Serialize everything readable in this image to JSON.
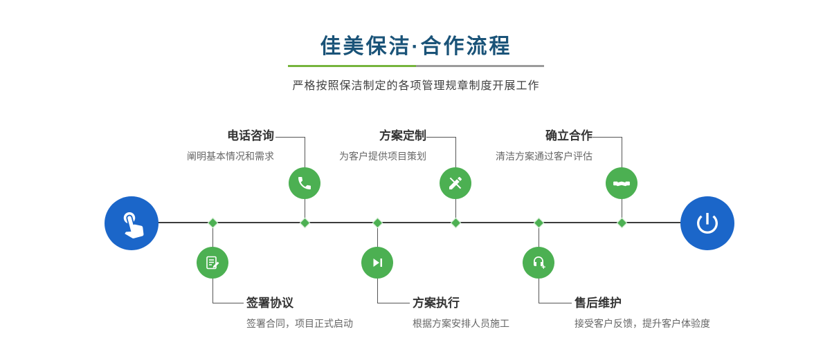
{
  "header": {
    "title": "佳美保洁·合作流程",
    "subtitle": "严格按照保洁制定的各项管理规章制度开展工作"
  },
  "flow": {
    "start_icon": "pointing-hand-icon",
    "end_icon": "power-icon",
    "steps_top": [
      {
        "label": "电话咨询",
        "desc": "阐明基本情况和需求",
        "icon": "phone-icon"
      },
      {
        "label": "方案定制",
        "desc": "为客户提供项目策划",
        "icon": "pencil-ruler-icon"
      },
      {
        "label": "确立合作",
        "desc": "清洁方案通过客户评估",
        "icon": "handshake-icon"
      }
    ],
    "steps_bottom": [
      {
        "label": "签署协议",
        "desc": "签署合同，项目正式启动",
        "icon": "contract-icon"
      },
      {
        "label": "方案执行",
        "desc": "根据方案安排人员施工",
        "icon": "play-icon"
      },
      {
        "label": "售后维护",
        "desc": "接受客户反馈，提升客户体验度",
        "icon": "headset-icon"
      }
    ],
    "colors": {
      "node_green": "#4cb052",
      "node_blue": "#1b66c9",
      "title_blue": "#1a5378",
      "divider_green": "#76b43c",
      "divider_gray": "#9a9a9a"
    }
  }
}
